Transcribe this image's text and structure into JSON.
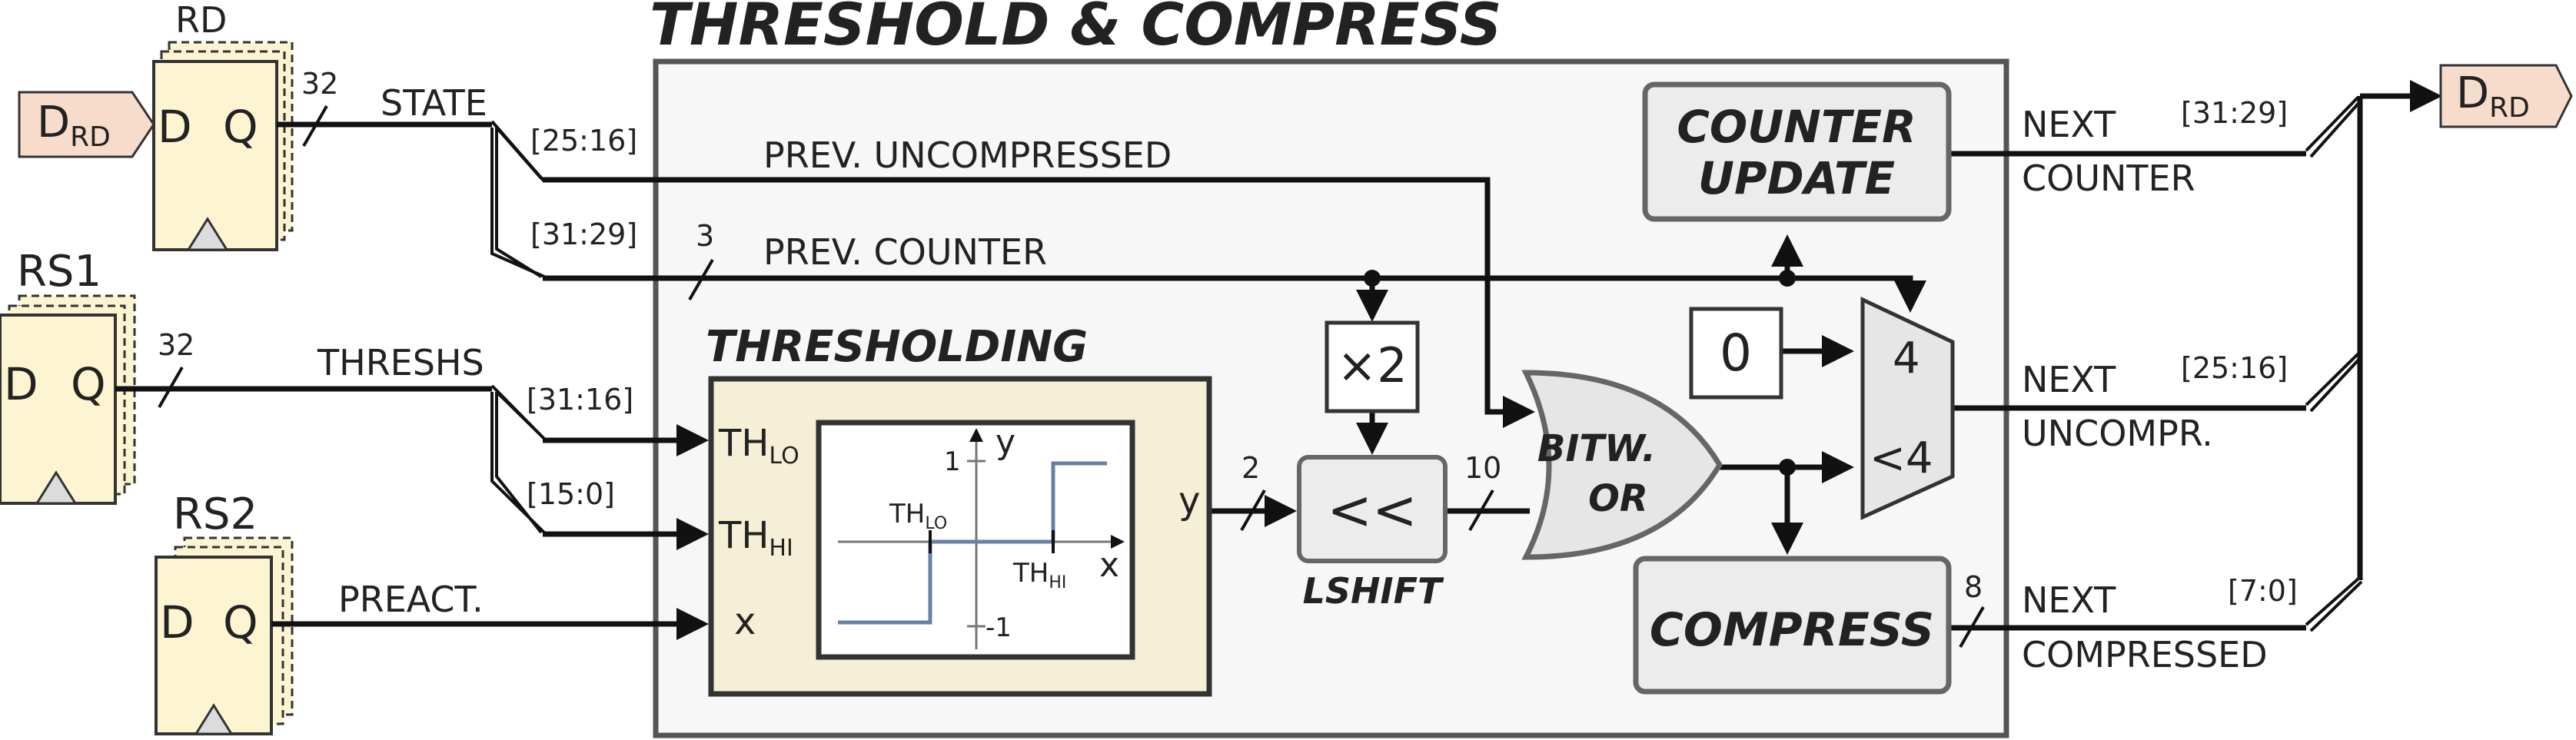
{
  "title": "THRESHOLD & COMPRESS",
  "registers": {
    "rd": {
      "name": "RD",
      "d": "D",
      "q": "Q",
      "width": "32",
      "signal": "STATE"
    },
    "rs1": {
      "name": "RS1",
      "d": "D",
      "q": "Q",
      "width": "32",
      "signal": "THRESHS"
    },
    "rs2": {
      "name": "RS2",
      "d": "D",
      "q": "Q",
      "signal": "PREACT."
    }
  },
  "io": {
    "input": {
      "main": "D",
      "sub": "RD"
    },
    "output": {
      "main": "D",
      "sub": "RD"
    }
  },
  "signals": {
    "state_slice_uncompressed": "[25:16]",
    "state_slice_counter": "[31:29]",
    "prev_uncompressed": "PREV. UNCOMPRESSED",
    "prev_counter": "PREV. COUNTER",
    "prev_counter_width": "3",
    "thresh_slice_lo": "[31:16]",
    "thresh_slice_hi": "[15:0]",
    "y_width": "2",
    "lshift_width": "10",
    "compress_width": "8"
  },
  "blocks": {
    "counter_update": {
      "line1": "COUNTER",
      "line2": "UPDATE"
    },
    "times2": "×2",
    "lshift": {
      "symbol": "<<",
      "name": "LSHIFT"
    },
    "bitwor": {
      "line1": "BITW.",
      "line2": "OR"
    },
    "zero": "0",
    "mux": {
      "in1": "4",
      "in2": "<4"
    },
    "compress": "COMPRESS"
  },
  "thresholding": {
    "title": "THRESHOLDING",
    "port_th_lo": {
      "main": "TH",
      "sub": "LO"
    },
    "port_th_hi": {
      "main": "TH",
      "sub": "HI"
    },
    "port_x": "x",
    "port_y": "y",
    "graph": {
      "y_axis": "y",
      "x_axis": "x",
      "tick_pos": "1",
      "tick_neg": "-1",
      "th_lo": {
        "main": "TH",
        "sub": "LO"
      },
      "th_hi": {
        "main": "TH",
        "sub": "HI"
      }
    }
  },
  "outputs": {
    "next_counter": {
      "line1": "NEXT",
      "line2": "COUNTER",
      "slice": "[31:29]"
    },
    "next_uncompressed": {
      "line1": "NEXT",
      "line2": "UNCOMPR.",
      "slice": "[25:16]"
    },
    "next_compressed": {
      "line1": "NEXT",
      "line2": "COMPRESSED",
      "slice": "[7:0]"
    }
  },
  "colors": {
    "register_fill": "#fdf5d2",
    "thresholding_fill": "#f5efd8",
    "block_fill": "#ececec",
    "main_box_fill": "#f7f7f7",
    "io_fill": "#f8dccb",
    "step_curve": "#6a7fa6"
  }
}
